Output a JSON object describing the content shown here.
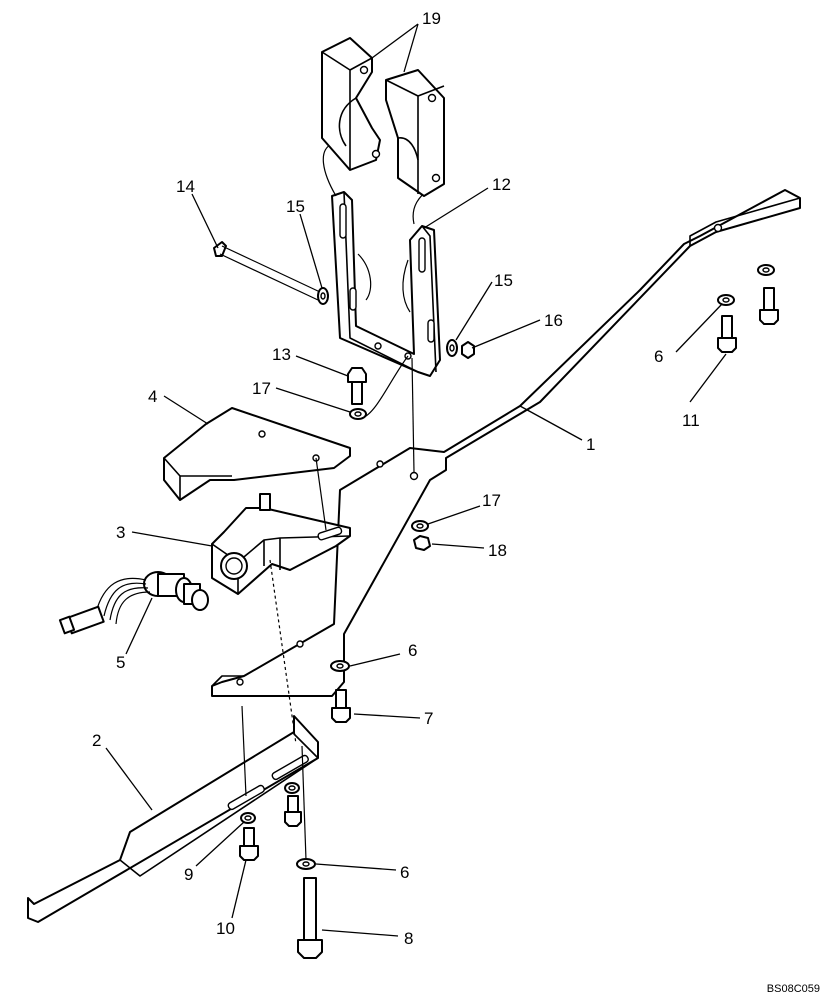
{
  "drawing_code": "BS08C059",
  "callouts": {
    "c1": "1",
    "c2": "2",
    "c3": "3",
    "c4": "4",
    "c5": "5",
    "c6a": "6",
    "c6b": "6",
    "c6c": "6",
    "c7": "7",
    "c8": "8",
    "c9": "9",
    "c10": "10",
    "c11": "11",
    "c12": "12",
    "c13": "13",
    "c14": "14",
    "c15a": "15",
    "c15b": "15",
    "c16": "16",
    "c17a": "17",
    "c17b": "17",
    "c18": "18",
    "c19": "19"
  }
}
